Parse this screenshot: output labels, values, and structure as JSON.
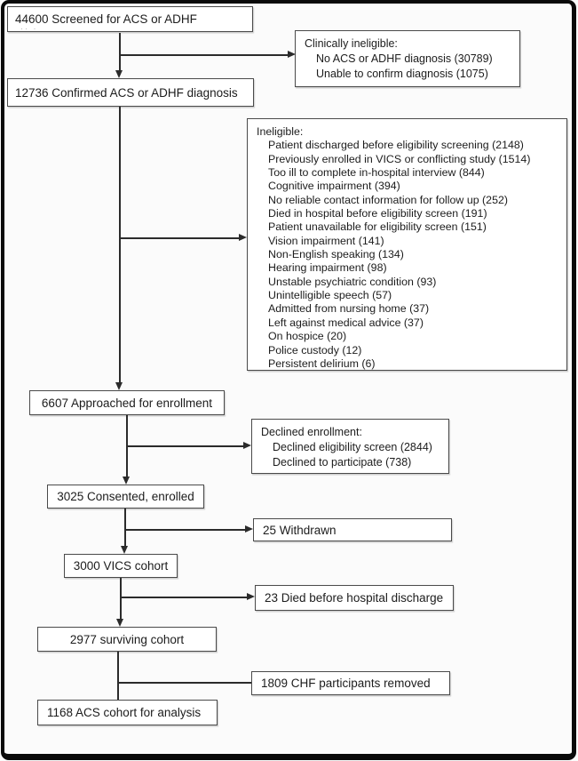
{
  "colors": {
    "bg": "#fbfbfb",
    "text": "#1c1c1c",
    "boxborder": "#4a4a4a",
    "line": "#2b2b2b",
    "frame": "#0a0a0a"
  },
  "boxes": {
    "screened": {
      "label": "44600 Screened for ACS or ADHF",
      "artifact": "·· ·"
    },
    "confirmed": {
      "label": "12736 Confirmed ACS or ADHF diagnosis"
    },
    "clinically_ineligible": {
      "title": "Clinically ineligible:",
      "items": [
        "No ACS or ADHF diagnosis (30789)",
        "Unable to confirm diagnosis (1075)"
      ]
    },
    "ineligible": {
      "title": "Ineligible:",
      "items": [
        "Patient discharged before eligibility screening (2148)",
        "Previously enrolled in VICS or conflicting study (1514)",
        "Too ill to complete in-hospital interview (844)",
        "Cognitive impairment (394)",
        "No reliable contact information for follow up (252)",
        "Died in hospital before eligibility screen (191)",
        "Patient unavailable for eligibility screen (151)",
        "Vision impairment (141)",
        "Non-English speaking (134)",
        "Hearing impairment (98)",
        "Unstable psychiatric condition (93)",
        "Unintelligible speech (57)",
        "Admitted from nursing home (37)",
        "Left against medical advice (37)",
        "On hospice (20)",
        "Police custody (12)",
        "Persistent delirium (6)"
      ]
    },
    "approached": {
      "label": "6607 Approached for enrollment"
    },
    "declined": {
      "title": "Declined enrollment:",
      "items": [
        "Declined eligibility screen (2844)",
        "Declined to participate (738)"
      ]
    },
    "consented": {
      "label": "3025 Consented, enrolled"
    },
    "withdrawn": {
      "label": "25 Withdrawn"
    },
    "vics_cohort": {
      "label": "3000 VICS cohort"
    },
    "died": {
      "label": "23 Died before hospital discharge"
    },
    "surviving": {
      "label": "2977 surviving cohort"
    },
    "chf_removed": {
      "label": "1809 CHF participants removed"
    },
    "acs_analysis": {
      "label": "1168 ACS cohort for analysis"
    }
  }
}
